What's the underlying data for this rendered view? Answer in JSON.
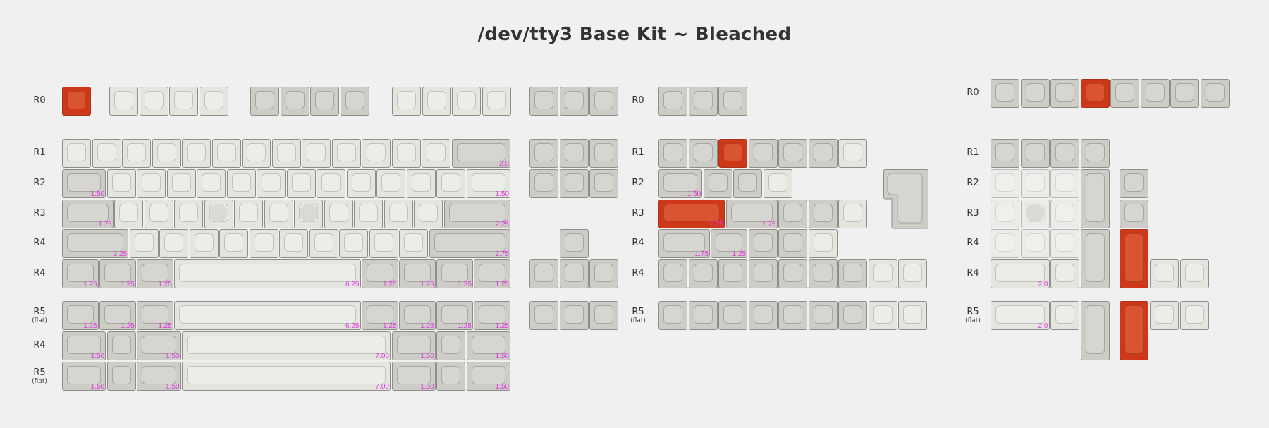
{
  "title": "/dev/tty3 Base Kit ~ Bleached",
  "colors": {
    "background": "#f0f0f0",
    "gray": "#cdccc6",
    "light": "#e5e5e0",
    "orange": "#cd3818",
    "size_label": "#e036e0"
  },
  "blocks": {
    "main": {
      "rows": [
        {
          "label": "R0",
          "keys": [
            [
              "orange",
              ""
            ],
            [
              "light",
              ""
            ],
            [
              "light",
              ""
            ],
            [
              "light",
              ""
            ],
            [
              "light",
              ""
            ],
            [
              "gray",
              ""
            ],
            [
              "gray",
              ""
            ],
            [
              "gray",
              ""
            ],
            [
              "gray",
              ""
            ],
            [
              "light",
              ""
            ],
            [
              "light",
              ""
            ],
            [
              "light",
              ""
            ],
            [
              "light",
              ""
            ]
          ]
        },
        {
          "label": "R1",
          "keys": [
            [
              "light",
              ""
            ],
            [
              "light",
              ""
            ],
            [
              "light",
              ""
            ],
            [
              "light",
              ""
            ],
            [
              "light",
              ""
            ],
            [
              "light",
              ""
            ],
            [
              "light",
              ""
            ],
            [
              "light",
              ""
            ],
            [
              "light",
              ""
            ],
            [
              "light",
              ""
            ],
            [
              "light",
              ""
            ],
            [
              "light",
              ""
            ],
            [
              "light",
              ""
            ],
            [
              "gray",
              "2.0"
            ]
          ]
        },
        {
          "label": "R2",
          "keys": [
            [
              "gray",
              "1.50"
            ],
            [
              "light",
              ""
            ],
            [
              "light",
              ""
            ],
            [
              "light",
              ""
            ],
            [
              "light",
              ""
            ],
            [
              "light",
              ""
            ],
            [
              "light",
              ""
            ],
            [
              "light",
              ""
            ],
            [
              "light",
              ""
            ],
            [
              "light",
              ""
            ],
            [
              "light",
              ""
            ],
            [
              "light",
              ""
            ],
            [
              "light",
              ""
            ],
            [
              "light",
              "1.50"
            ]
          ]
        },
        {
          "label": "R3",
          "keys": [
            [
              "gray",
              "1.75"
            ],
            [
              "light",
              ""
            ],
            [
              "light",
              ""
            ],
            [
              "light",
              ""
            ],
            [
              "light",
              "",
              "homing"
            ],
            [
              "light",
              ""
            ],
            [
              "light",
              ""
            ],
            [
              "light",
              "",
              "homing"
            ],
            [
              "light",
              ""
            ],
            [
              "light",
              ""
            ],
            [
              "light",
              ""
            ],
            [
              "light",
              ""
            ],
            [
              "gray",
              "2.25"
            ]
          ]
        },
        {
          "label": "R4",
          "keys": [
            [
              "gray",
              "2.25"
            ],
            [
              "light",
              ""
            ],
            [
              "light",
              ""
            ],
            [
              "light",
              ""
            ],
            [
              "light",
              ""
            ],
            [
              "light",
              ""
            ],
            [
              "light",
              ""
            ],
            [
              "light",
              ""
            ],
            [
              "light",
              ""
            ],
            [
              "light",
              ""
            ],
            [
              "light",
              ""
            ],
            [
              "gray",
              "2.75"
            ]
          ]
        },
        {
          "label": "R4",
          "keys": [
            [
              "gray",
              "1.25"
            ],
            [
              "gray",
              "1.25"
            ],
            [
              "gray",
              "1.25"
            ],
            [
              "light",
              "6.25"
            ],
            [
              "gray",
              "1.25"
            ],
            [
              "gray",
              "1.25"
            ],
            [
              "gray",
              "1.25"
            ],
            [
              "gray",
              "1.25"
            ]
          ]
        },
        {
          "label": "R5",
          "sub": "(flat)",
          "keys": [
            [
              "gray",
              "1.25"
            ],
            [
              "gray",
              "1.25"
            ],
            [
              "gray",
              "1.25"
            ],
            [
              "light",
              "6.25"
            ],
            [
              "gray",
              "1.25"
            ],
            [
              "gray",
              "1.25"
            ],
            [
              "gray",
              "1.25"
            ],
            [
              "gray",
              "1.25"
            ]
          ]
        },
        {
          "label": "R4",
          "keys": [
            [
              "gray",
              "1.50"
            ],
            [
              "gray",
              ""
            ],
            [
              "gray",
              "1.50"
            ],
            [
              "light",
              "7.00"
            ],
            [
              "gray",
              "1.50"
            ],
            [
              "gray",
              ""
            ],
            [
              "gray",
              "1.50"
            ]
          ]
        },
        {
          "label": "R5",
          "sub": "(flat)",
          "keys": [
            [
              "gray",
              "1.50"
            ],
            [
              "gray",
              ""
            ],
            [
              "gray",
              "1.50"
            ],
            [
              "light",
              "7.00"
            ],
            [
              "gray",
              "1.50"
            ],
            [
              "gray",
              ""
            ],
            [
              "gray",
              "1.50"
            ]
          ]
        }
      ]
    },
    "nav": {
      "rows": [
        {
          "keys": [
            [
              "gray",
              ""
            ],
            [
              "gray",
              ""
            ],
            [
              "gray",
              ""
            ]
          ]
        },
        {
          "keys": [
            [
              "gray",
              ""
            ],
            [
              "gray",
              ""
            ],
            [
              "gray",
              ""
            ]
          ]
        },
        {
          "keys": [
            [
              "gray",
              ""
            ],
            [
              "gray",
              ""
            ],
            [
              "gray",
              ""
            ]
          ]
        },
        {
          "keys": [
            [
              "gray",
              ""
            ]
          ]
        },
        {
          "keys": [
            [
              "gray",
              ""
            ],
            [
              "gray",
              ""
            ],
            [
              "gray",
              ""
            ]
          ]
        },
        {
          "keys": [
            [
              "gray",
              ""
            ],
            [
              "gray",
              ""
            ],
            [
              "gray",
              ""
            ]
          ]
        }
      ]
    },
    "mods": {
      "rows": [
        {
          "label": "R0",
          "keys": [
            [
              "gray",
              ""
            ],
            [
              "gray",
              ""
            ],
            [
              "gray",
              ""
            ]
          ]
        },
        {
          "label": "R1",
          "keys": [
            [
              "gray",
              ""
            ],
            [
              "gray",
              ""
            ],
            [
              "orange",
              ""
            ],
            [
              "gray",
              ""
            ],
            [
              "gray",
              ""
            ],
            [
              "gray",
              ""
            ],
            [
              "light",
              ""
            ]
          ]
        },
        {
          "label": "R2",
          "keys": [
            [
              "gray",
              "1.50"
            ],
            [
              "gray",
              ""
            ],
            [
              "gray",
              ""
            ],
            [
              "light",
              ""
            ]
          ]
        },
        {
          "label": "R3",
          "keys": [
            [
              "orange",
              "2.25"
            ],
            [
              "gray",
              "1.75"
            ],
            [
              "gray",
              ""
            ],
            [
              "gray",
              ""
            ],
            [
              "light",
              ""
            ]
          ]
        },
        {
          "label": "R4",
          "keys": [
            [
              "gray",
              "1.75"
            ],
            [
              "gray",
              "1.25"
            ],
            [
              "gray",
              ""
            ],
            [
              "gray",
              ""
            ],
            [
              "light",
              ""
            ]
          ]
        },
        {
          "label": "R4",
          "keys": [
            [
              "gray",
              ""
            ],
            [
              "gray",
              ""
            ],
            [
              "gray",
              ""
            ],
            [
              "gray",
              ""
            ],
            [
              "gray",
              ""
            ],
            [
              "gray",
              ""
            ],
            [
              "gray",
              ""
            ],
            [
              "light",
              ""
            ],
            [
              "light",
              ""
            ]
          ]
        },
        {
          "label": "R5",
          "sub": "(flat)",
          "keys": [
            [
              "gray",
              ""
            ],
            [
              "gray",
              ""
            ],
            [
              "gray",
              ""
            ],
            [
              "gray",
              ""
            ],
            [
              "gray",
              ""
            ],
            [
              "gray",
              ""
            ],
            [
              "gray",
              ""
            ],
            [
              "light",
              ""
            ],
            [
              "light",
              ""
            ]
          ]
        }
      ],
      "iso_enter": {
        "color": "gray"
      }
    },
    "numpad": {
      "rows": [
        {
          "label": "R0",
          "keys": [
            [
              "gray",
              ""
            ],
            [
              "gray",
              ""
            ],
            [
              "gray",
              ""
            ],
            [
              "orange",
              ""
            ],
            [
              "gray",
              ""
            ],
            [
              "gray",
              ""
            ],
            [
              "gray",
              ""
            ],
            [
              "gray",
              ""
            ]
          ]
        },
        {
          "label": "R1",
          "keys": [
            [
              "gray",
              ""
            ],
            [
              "gray",
              ""
            ],
            [
              "gray",
              ""
            ],
            [
              "gray",
              ""
            ]
          ]
        },
        {
          "label": "R2",
          "keys": [
            [
              "pale",
              ""
            ],
            [
              "pale",
              ""
            ],
            [
              "pale",
              ""
            ]
          ]
        },
        {
          "label": "R3",
          "keys": [
            [
              "pale",
              ""
            ],
            [
              "pale",
              "",
              "homing"
            ],
            [
              "pale",
              ""
            ]
          ]
        },
        {
          "label": "R4",
          "keys": [
            [
              "pale",
              ""
            ],
            [
              "pale",
              ""
            ],
            [
              "pale",
              ""
            ]
          ]
        },
        {
          "label": "R4",
          "keys": [
            [
              "light",
              "2.0"
            ],
            [
              "light",
              ""
            ]
          ]
        },
        {
          "label": "R5",
          "sub": "(flat)",
          "keys": [
            [
              "light",
              "2.0"
            ],
            [
              "light",
              ""
            ]
          ]
        }
      ],
      "extra_keys": [
        [
          "gray",
          ""
        ],
        [
          "gray",
          ""
        ],
        [
          "gray",
          ""
        ],
        [
          "gray",
          ""
        ],
        [
          "gray",
          ""
        ],
        [
          "orange",
          ""
        ],
        [
          "orange",
          ""
        ],
        [
          "light",
          ""
        ],
        [
          "light",
          ""
        ],
        [
          "light",
          ""
        ],
        [
          "light",
          ""
        ]
      ]
    }
  }
}
